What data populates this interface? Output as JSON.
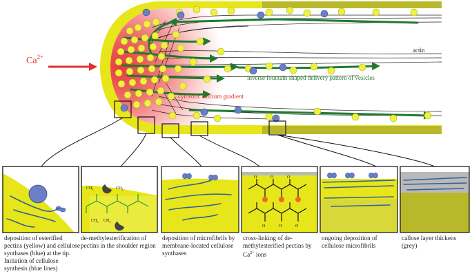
{
  "labels": {
    "calcium_main": "Ca",
    "calcium_sup": "2+",
    "actin": "actin",
    "delivery": "inverse fountain shaped delivery pattern of vesicles",
    "gradient": "cytosolic calcium gradient",
    "ch3": "CH",
    "ch3_sub": "3",
    "o": "O"
  },
  "captions": {
    "c1": "deposition of esterified pectins (yellow) and cellulose synthases (blue) at the tip. Initiation of cellulose synthesis (blue lines)",
    "c2": "de-methylesterification of pectins in the shoulder region",
    "c3": "deposition of microfibrils by membrane-located cellulose synthases",
    "c4a": "cross-linking of de-methylesterified pectins by Ca",
    "c4sup": "2+",
    "c4b": " ions",
    "c5": "ongoing deposition of cellulose microfibrils",
    "c6": "callose layer thickens (grey)"
  },
  "colors": {
    "calcium_red": "#e03030",
    "wall_yellow": "#e6e61a",
    "vesicle_yellow": "#f0f040",
    "synthase_blue": "#6b7fc6",
    "microfibril_blue": "#2f5f9a",
    "arrow_green": "#1f7a2f",
    "callose_grey": "#b9b9b9",
    "dark_wall": "#b8b82a"
  }
}
